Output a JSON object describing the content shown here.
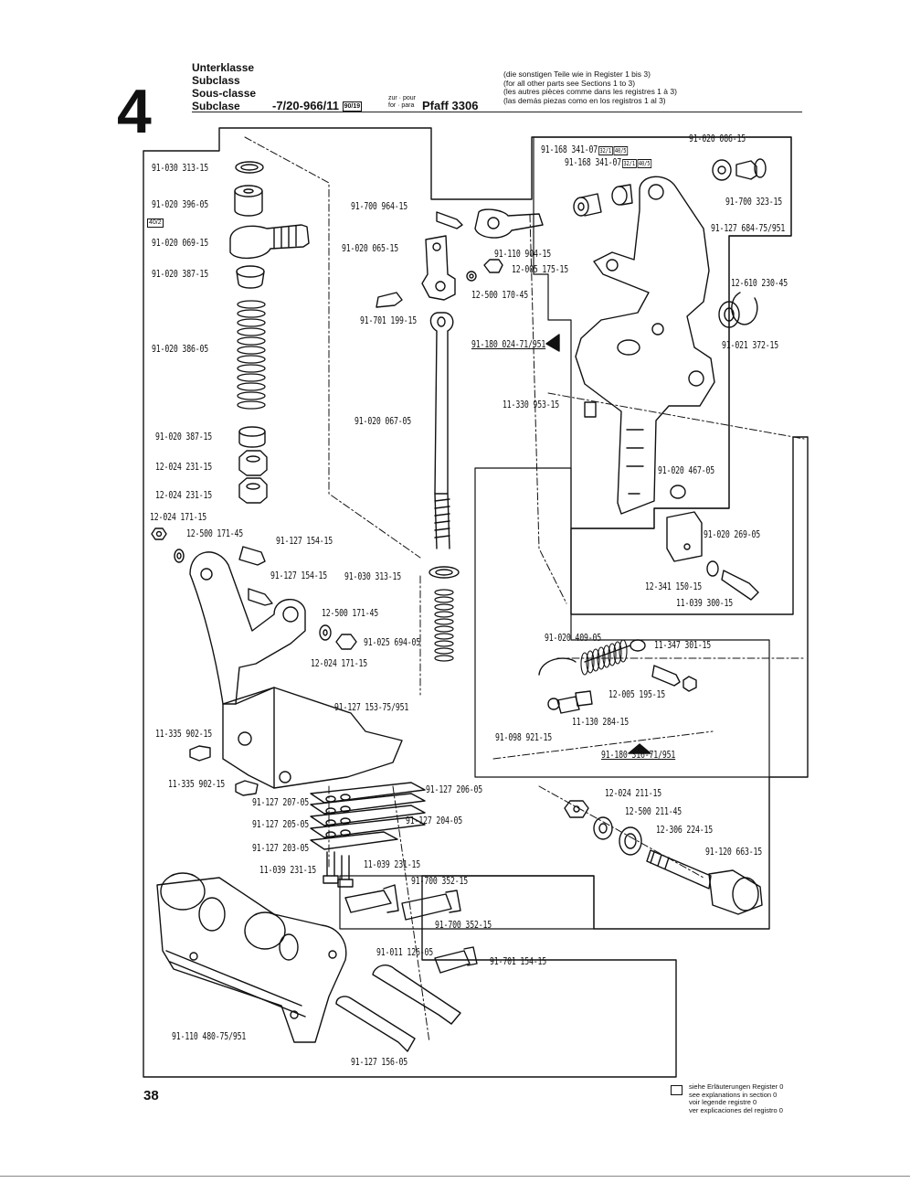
{
  "header": {
    "section_number": "4",
    "class_lines": [
      "Unterklasse",
      "Subclass",
      "Sous-classe",
      "Subclase"
    ],
    "model_code": "-7/20-966/11",
    "model_tag": "90/19",
    "for_label_1": "zur · pour",
    "for_label_2": "for · para",
    "machine": "Pfaff 3306",
    "notes": [
      "(die sonstigen Teile wie in Register 1 bis 3)",
      "(for all other parts see Sections 1 to 3)",
      "(les autres pièces comme dans les registres 1 à 3)",
      "(las demás piezas como en los registros 1 al 3)"
    ]
  },
  "parts": [
    {
      "label": "91-030 313-15"
    },
    {
      "label": "91-020 396-05",
      "tag": "40/2"
    },
    {
      "label": "91-020 069-15"
    },
    {
      "label": "91-020 387-15"
    },
    {
      "label": "91-020 386-05"
    },
    {
      "label": "91-020 387-15"
    },
    {
      "label": "12-024 231-15"
    },
    {
      "label": "12-024 231-15"
    },
    {
      "label": "12-024 171-15"
    },
    {
      "label": "12-500 171-45"
    },
    {
      "label": "91-127 154-15"
    },
    {
      "label": "91-127 154-15"
    },
    {
      "label": "91-030 313-15"
    },
    {
      "label": "12-500 171-45"
    },
    {
      "label": "91-025 694-05"
    },
    {
      "label": "12-024 171-15"
    },
    {
      "label": "91-127 153-75/951"
    },
    {
      "label": "11-335 902-15"
    },
    {
      "label": "11-335 902-15"
    },
    {
      "label": "91-127 207-05"
    },
    {
      "label": "91-127 206-05"
    },
    {
      "label": "91-127 205-05"
    },
    {
      "label": "91-127 204-05"
    },
    {
      "label": "91-127 203-05"
    },
    {
      "label": "11-039 231-15"
    },
    {
      "label": "11-039 231-15"
    },
    {
      "label": "91-700 352-15"
    },
    {
      "label": "91-700 352-15"
    },
    {
      "label": "91-011 126-05"
    },
    {
      "label": "91-701 154-15"
    },
    {
      "label": "91-110 480-75/951"
    },
    {
      "label": "91-127 156-05"
    },
    {
      "label": "91-700 964-15"
    },
    {
      "label": "91-020 065-15"
    },
    {
      "label": "91-110 904-15"
    },
    {
      "label": "12-005 175-15"
    },
    {
      "label": "12-500 170-45"
    },
    {
      "label": "91-701 199-15"
    },
    {
      "label": "91-180 024-71/951"
    },
    {
      "label": "11-330 953-15"
    },
    {
      "label": "91-020 067-05"
    },
    {
      "label": "91-168 341-07",
      "tags": [
        "32/1",
        "40/5"
      ]
    },
    {
      "label": "91-168 341-07",
      "tags": [
        "32/1",
        "40/5"
      ]
    },
    {
      "label": "91-020 086-15"
    },
    {
      "label": "91-700 323-15"
    },
    {
      "label": "91-127 684-75/951"
    },
    {
      "label": "12-610 230-45"
    },
    {
      "label": "91-021 372-15"
    },
    {
      "label": "91-020 467-05"
    },
    {
      "label": "91-020 269-05"
    },
    {
      "label": "12-341 150-15"
    },
    {
      "label": "11-039 300-15"
    },
    {
      "label": "91-020 409-05"
    },
    {
      "label": "11-347 301-15"
    },
    {
      "label": "12-005 195-15"
    },
    {
      "label": "11-130 284-15"
    },
    {
      "label": "91-098 921-15"
    },
    {
      "label": "91-180 316-71/951"
    },
    {
      "label": "12-024 211-15"
    },
    {
      "label": "12-500 211-45"
    },
    {
      "label": "12-306 224-15"
    },
    {
      "label": "91-120 663-15"
    }
  ],
  "footer": {
    "page_number": "38",
    "legend": [
      "siehe Erläuterungen Register 0",
      "see explanations in section 0",
      "voir legende registre 0",
      "ver explicaciones del registro 0"
    ]
  }
}
